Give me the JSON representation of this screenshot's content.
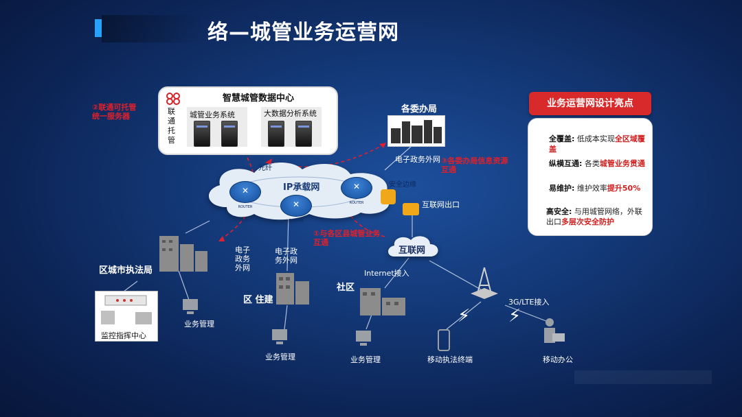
{
  "title": "络—城管业务运营网",
  "data_center": {
    "title": "智慧城管数据中心",
    "side_label": "联通托管",
    "sub1": "城管业务系统",
    "sub2": "大数据分析系统"
  },
  "nodes": {
    "gewei": "各委办局",
    "gewei_link": "电子政务外网",
    "ip_net": "IP承载网",
    "fiber": "光纤",
    "security": "安全边缘",
    "internet_exit": "互联网出口",
    "internet": "互联网",
    "internet_access": "Internet接入",
    "lte": "3G/LTE接入",
    "qu_cheng": "区城市执法局",
    "egov_left": "电子政务外网",
    "egov_mid": "电子政务外网",
    "qu_zhujian": "区 住建",
    "shequ": "社区",
    "jiankong": "监控指挥中心",
    "yewu1": "业务管理",
    "yewu2": "业务管理",
    "yewu3": "业务管理",
    "mobile_term": "移动执法终端",
    "mobile_office": "移动办公"
  },
  "panel": {
    "header": "业务运营网设计亮点",
    "items": [
      {
        "key": "全覆盖:",
        "text": "低成本实现",
        "hl": "全区域覆盖"
      },
      {
        "key": "纵横互通:",
        "text": "各类",
        "hl": "城管业务贯通"
      },
      {
        "key": "易维护:",
        "text": "维护效率",
        "hl": "提升50%"
      },
      {
        "key": "高安全:",
        "text": "与用城管网络，外联出口",
        "hl": "多层次安全防护"
      }
    ]
  },
  "router_label": "ROUTER",
  "colors": {
    "accent_red": "#d82a2a",
    "title_bar": "#27a3ff"
  }
}
